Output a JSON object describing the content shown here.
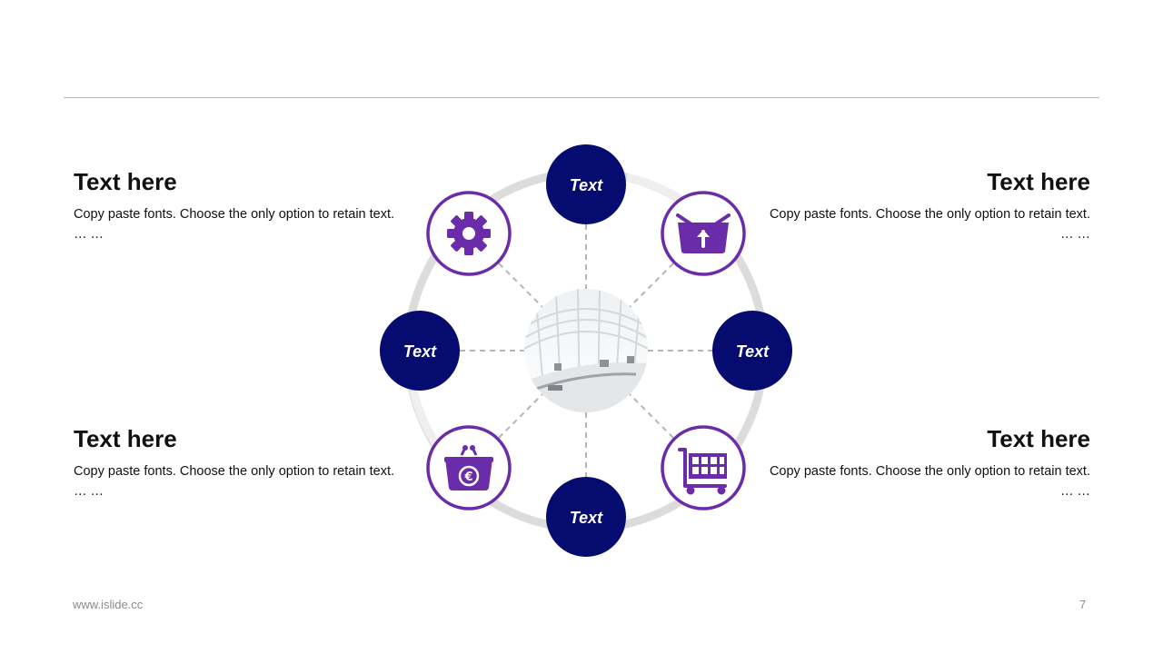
{
  "blocks": [
    {
      "title": "Text here",
      "body": "Copy paste fonts. Choose the only option to retain text.",
      "more": "…  …"
    },
    {
      "title": "Text here",
      "body": "Copy paste fonts. Choose the only option to retain text.",
      "more": "…  …"
    },
    {
      "title": "Text here",
      "body": "Copy paste fonts. Choose the only option to retain text.",
      "more": "…  …"
    },
    {
      "title": "Text here",
      "body": "Copy paste fonts. Choose the only option to retain text.",
      "more": "…  …"
    }
  ],
  "nodes": [
    {
      "label": "Text"
    },
    {
      "label": "Text"
    },
    {
      "label": "Text"
    },
    {
      "label": "Text"
    }
  ],
  "icons": [
    "gear-icon",
    "basket-upload-icon",
    "basket-euro-icon",
    "shopping-cart-icon"
  ],
  "colors": {
    "navy": "#050b6f",
    "purple": "#6a2ca8",
    "ring": "#d8d8d8",
    "dash": "#b5b5b5"
  },
  "footer": {
    "url": "www.islide.cc",
    "page": "7"
  }
}
